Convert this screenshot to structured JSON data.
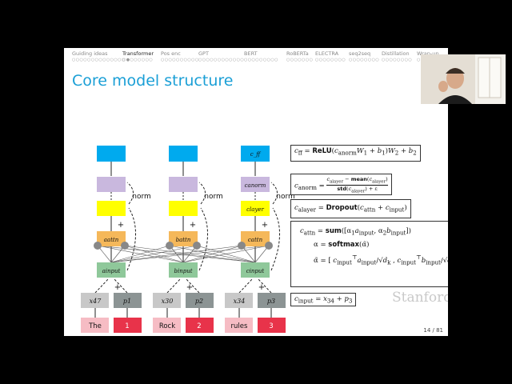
{
  "nav": {
    "sections": [
      "Guiding ideas",
      "Transformer",
      "Pos enc",
      "GPT",
      "BERT",
      "RoBERTa",
      "ELECTRA",
      "seq2seq",
      "Distillation",
      "Wrap-up"
    ],
    "active": "Transformer"
  },
  "slide": {
    "title": "Core model structure",
    "page": "14 / 81",
    "watermark": "Stanford"
  },
  "diagram": {
    "columns": [
      {
        "token": "The",
        "pos": "1",
        "x": "x47",
        "p": "p1",
        "attn": "aattn",
        "input": "ainput",
        "layer": "",
        "norm": "",
        "ff": ""
      },
      {
        "token": "Rock",
        "pos": "2",
        "x": "x30",
        "p": "p2",
        "attn": "battn",
        "input": "binput",
        "layer": "",
        "norm": "",
        "ff": ""
      },
      {
        "token": "rules",
        "pos": "3",
        "x": "x34",
        "p": "p3",
        "attn": "cattn",
        "input": "cinput",
        "layer": "clayer",
        "norm": "canorm",
        "ff": "cff"
      }
    ],
    "norm_label": "norm",
    "plus": "+"
  },
  "equations": {
    "ff": "cff = ReLU(canorm W1 + b1) W2 + b2",
    "norm": "canorm = (clayer − mean(clayer)) / (std(clayer) + ε)",
    "layer": "clayer = Dropout(cattn + cinput)",
    "attn": "cattn = sum([α1 ainput, α2 binput]); α = softmax(α̃); α̃ = [cinput⊤ ainput / √dk , cinput⊤ binput / √dk]",
    "input": "cinput = x34 + p3"
  },
  "colors": {
    "title": "#1a9fd6",
    "ff": "#00aaee",
    "norm": "#c9b8de",
    "layer": "#ffff00",
    "attn": "#f5b85a",
    "input": "#8fc89a",
    "x": "#c8c8c8",
    "p": "#8c9494",
    "token": "#f6bcc4",
    "pos": "#e8334a"
  }
}
